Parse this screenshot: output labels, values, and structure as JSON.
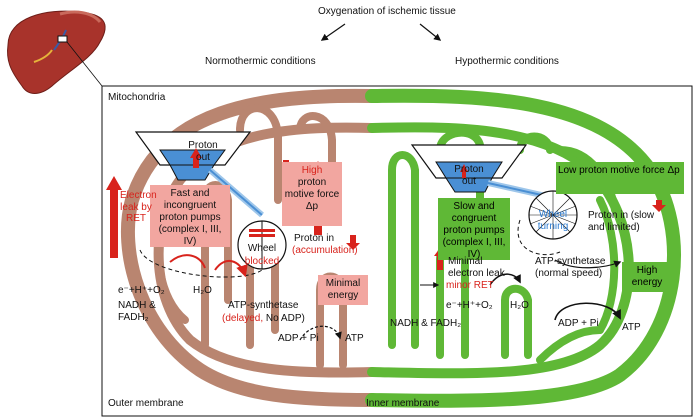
{
  "title": "Oxygenation of ischemic tissue",
  "normothermic_label": "Normothermic conditions",
  "hypothermic_label": "Hypothermic conditions",
  "mitochondria_label": "Mitochondria",
  "outer_membrane_label": "Outer membrane",
  "inner_membrane_label": "Inner membrane",
  "colors": {
    "brown_membrane": "#b98570",
    "green_membrane": "#5fb836",
    "pink_box": "#f2a6a0",
    "red_arrow": "#d8231c",
    "blue_funnel": "#4a8fd4"
  },
  "left": {
    "proton_out": "Proton out",
    "pumps": "Fast and incongruent proton pumps (complex I, III, IV)",
    "electron_leak": "Electron leak by RET",
    "high_force_prefix": "High",
    "high_force_rest": "proton motive force Δp",
    "wheel": "Wheel",
    "blocked": "blocked",
    "proton_in_prefix": "Proton in",
    "proton_in_paren": "(accumulation)",
    "electron_eq": "e⁻+H⁺+O₂",
    "water": "H₂O",
    "nadh": "NADH & FADH₂",
    "atp_synthetase": "ATP-synthetase",
    "delayed": "(delayed,",
    "no_adp": " No ADP)",
    "minimal_energy": "Minimal energy",
    "adp": "ADP + Pi",
    "atp": "ATP"
  },
  "right": {
    "proton_out": "Proton out",
    "pumps": "Slow and congruent proton pumps (complex I, III, IV)",
    "minimal_leak": "Minimal electron leak",
    "minor_ret": "minor RET",
    "low_force": "Low proton motive force Δp",
    "wheel": "Wheel turning",
    "proton_in": "Proton in (slow and limited)",
    "atp_synthetase": "ATP-synthetase (normal speed)",
    "high_energy": "High energy",
    "electron_eq": "e⁻+H⁺+O₂",
    "water": "H₂O",
    "nadh": "NADH & FADH₂",
    "adp": "ADP + Pi",
    "atp": "ATP"
  }
}
